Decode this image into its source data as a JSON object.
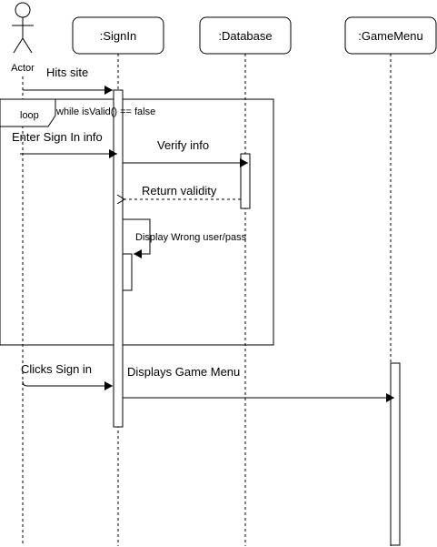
{
  "actor": {
    "label": "Actor"
  },
  "lifelines": {
    "signin": ":SignIn",
    "database": ":Database",
    "gamemenu": ":GameMenu"
  },
  "loop": {
    "label": "loop",
    "guard": "while isValid() == false"
  },
  "messages": {
    "hits_site": "Hits site",
    "enter_sign_in": "Enter Sign In info",
    "verify_info": "Verify info",
    "return_validity": "Return validity",
    "display_wrong": "Display Wrong user/pass",
    "clicks_sign_in": "Clicks Sign in",
    "displays_game_menu": "Displays Game Menu"
  }
}
